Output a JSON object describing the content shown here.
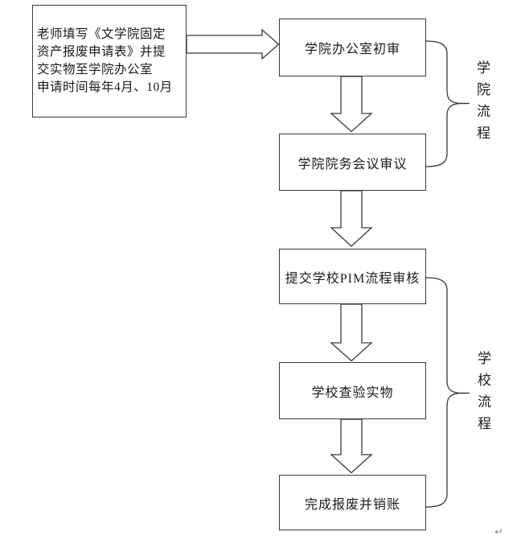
{
  "diagram": {
    "note": {
      "lines": [
        "老师填写《文学院固定",
        "资产报废申请表》并提",
        "交实物至学院办公室",
        "申请时间每年4月、10月"
      ]
    },
    "steps": [
      {
        "label": "学院办公室初审"
      },
      {
        "label": "学院院务会议审议"
      },
      {
        "label": "提交学校PIM流程审核"
      },
      {
        "label": "学校查验实物"
      },
      {
        "label": "完成报废并销账"
      }
    ],
    "group_labels": [
      {
        "label": "学院流程"
      },
      {
        "label": "学校流程"
      }
    ],
    "return_mark": "↵",
    "colors": {
      "line": "#3a3a3a",
      "text": "#1a1a1a",
      "background": "#ffffff",
      "return_mark": "#909090"
    }
  }
}
